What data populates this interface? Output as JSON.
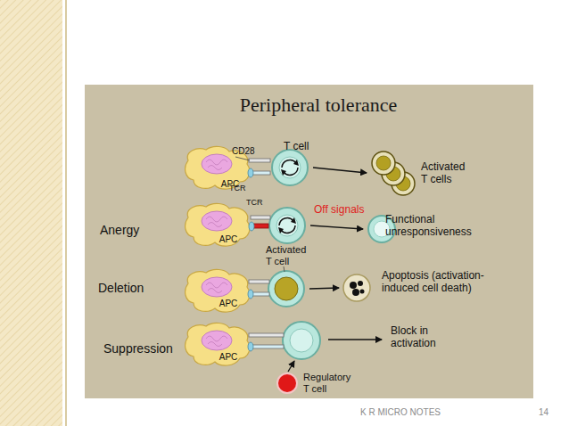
{
  "diagram": {
    "title": "Peripheral tolerance",
    "nodes": [
      {
        "text": [
          "APC"
        ]
      },
      {
        "text": [
          "T cell"
        ]
      },
      {
        "text": [
          "Activated T cells"
        ]
      },
      {
        "text": [
          "APC"
        ]
      },
      {
        "text": [
          "Off signals"
        ]
      },
      {
        "text": [
          "Functional unresponsiveness"
        ]
      },
      {
        "text": [
          "APC"
        ]
      },
      {
        "text": [
          "Activated T cell"
        ]
      },
      {
        "text": [
          "Apoptosis (activation-induced cell death)"
        ]
      },
      {
        "text": [
          "APC"
        ]
      },
      {
        "text": [
          "Regulatory T cell"
        ]
      }
    ],
    "edges": [
      {
        "from": 1,
        "to": 2,
        "arrow": "to"
      },
      {
        "from": 4,
        "to": 5,
        "arrow": "to"
      },
      {
        "from": 7,
        "to": 8,
        "arrow": "to"
      }
    ],
    "labels": [
      "CD28",
      "TCR",
      "TCR",
      "Anergy",
      "Deletion",
      "Suppression",
      "Block in activation",
      "K R MICRO NOTES",
      "14"
    ]
  }
}
